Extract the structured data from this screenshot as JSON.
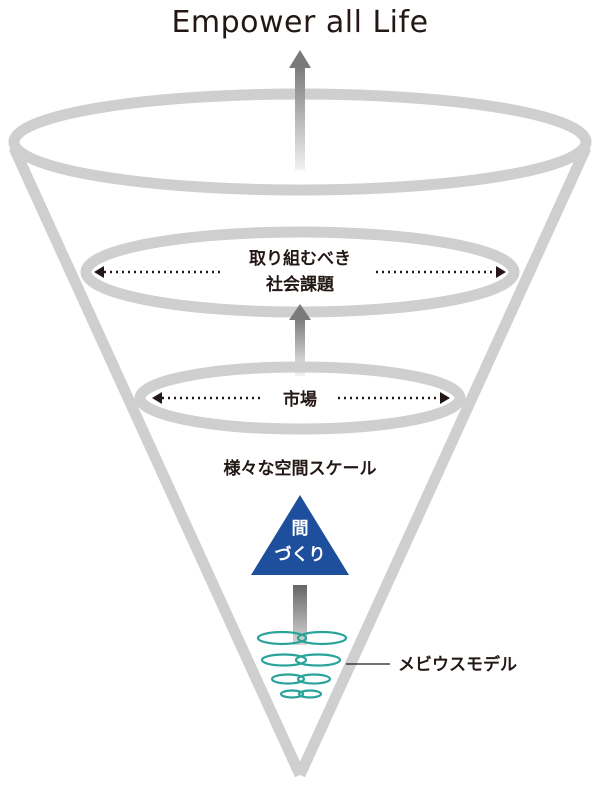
{
  "title": "Empower all Life",
  "labels": {
    "issues_line1": "取り組むべき",
    "issues_line2": "社会課題",
    "market": "市場",
    "spatial_scale": "様々な空間スケール",
    "triangle_line1": "間",
    "triangle_line2": "づくり",
    "mobius": "メビウスモデル"
  },
  "colors": {
    "ring": "#cfcfcf",
    "triangle": "#1d4f9c",
    "mobius": "#2aa39a",
    "arrow_dark": "#555555",
    "text": "#231815"
  }
}
